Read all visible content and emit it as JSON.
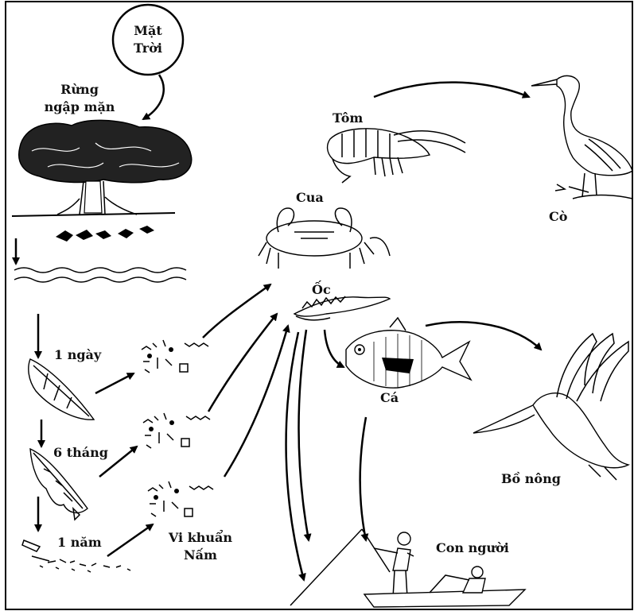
{
  "labels": {
    "sun_line1": "Mặt",
    "sun_line2": "Trời",
    "forest_line1": "Rừng",
    "forest_line2": "ngập mặn",
    "shrimp": "Tôm",
    "egret": "Cò",
    "crab": "Cua",
    "snail": "Ốc",
    "fish": "Cá",
    "pelican": "Bồ nông",
    "one_day": "1 ngày",
    "six_months": "6 tháng",
    "one_year": "1 năm",
    "microbes_line1": "Vi khuẩn",
    "microbes_line2": "Nấm",
    "humans": "Con người"
  },
  "colors": {
    "ink": "#000000",
    "background": "#ffffff"
  }
}
